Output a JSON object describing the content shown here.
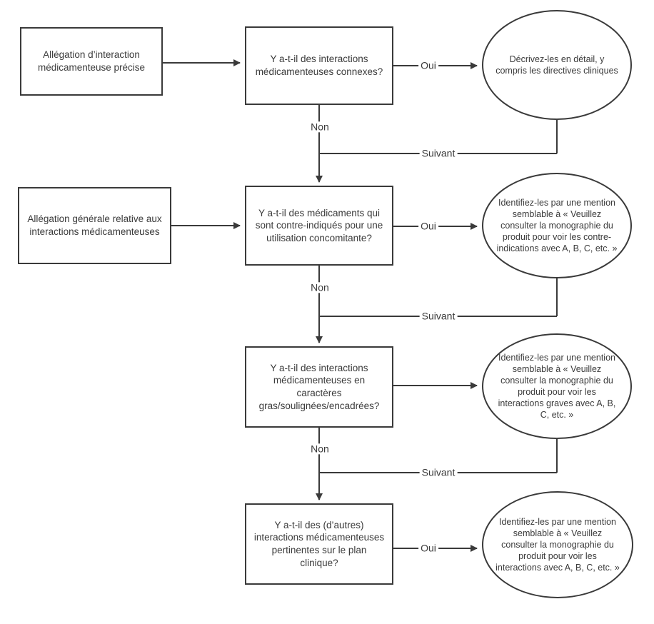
{
  "diagram": {
    "type": "flowchart",
    "language": "fr",
    "colors": {
      "line": "#3a3a3a",
      "background": "#ffffff",
      "text": "#3a3a3a"
    },
    "nodes": {
      "start1": "Allégation d’interaction médicamenteuse précise",
      "q1": "Y a-t-il des interactions médicamenteuses connexes?",
      "end1": "Décrivez-les en détail, y compris les directives cliniques",
      "start2": "Allégation générale relative aux interactions médicamenteuses",
      "q2": "Y a-t-il des médicaments qui sont contre-indiqués pour une utilisation concomitante?",
      "end2": "Identifiez-les par une mention semblable à « Veuillez consulter la monographie du produit pour voir les contre-indications avec A, B, C, etc. »",
      "q3": "Y a-t-il des interactions médicamenteuses en caractères gras/soulignées/encadrées?",
      "end3": "Identifiez-les par une mention semblable à « Veuillez consulter la monographie du produit pour voir les interactions graves avec A, B, C, etc. »",
      "q4": "Y a-t-il des (d’autres) interactions médicamenteuses pertinentes sur le plan clinique?",
      "end4": "Identifiez-les par une mention semblable à « Veuillez consulter la monographie du produit pour voir les interactions avec A, B, C, etc. »"
    },
    "edge_labels": {
      "oui": "Oui",
      "non": "Non",
      "suivant": "Suivant"
    }
  }
}
